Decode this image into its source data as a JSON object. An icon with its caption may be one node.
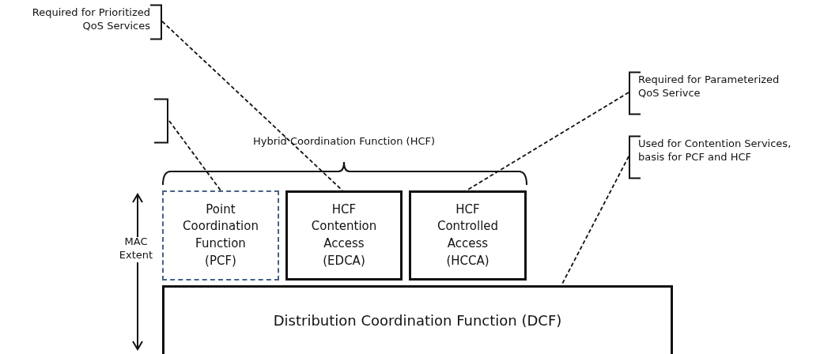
{
  "diagram": {
    "nodes": [
      {
        "text": [
          "Required for Prioritized QoS Services"
        ]
      },
      {
        "text": [],
        "shape": "bracket"
      },
      {
        "text": [
          "Required for Parameterized QoS Serivce"
        ]
      },
      {
        "text": [
          "Used for Contention Services, basis for PCF and HCF"
        ]
      },
      {
        "text": [
          "Point Coordination Function (PCF)"
        ]
      },
      {
        "text": [
          "HCF Contention Access (EDCA)"
        ]
      },
      {
        "text": [
          "HCF Controlled Access (HCCA)"
        ]
      },
      {
        "text": [
          "Distribution Coordination Function (DCF)"
        ]
      }
    ],
    "edges": [
      {
        "from": 0,
        "to": 5,
        "arrow": "none",
        "style": "dashed"
      },
      {
        "from": 1,
        "to": 4,
        "arrow": "none",
        "style": "dashed"
      },
      {
        "from": 2,
        "to": 6,
        "arrow": "none",
        "style": "dashed"
      },
      {
        "from": 3,
        "to": 7,
        "arrow": "none",
        "style": "dashed"
      }
    ],
    "labels": [
      "Hybrid Coordination Function (HCF)",
      "MAC Extent"
    ]
  }
}
